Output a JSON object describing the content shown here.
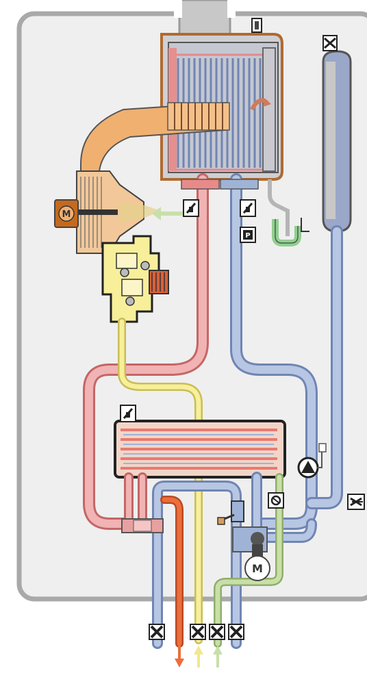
{
  "title": "",
  "components": {
    "fan_motor_letter": "M",
    "pump_motor_letter": "M",
    "pressure_sensor_letter": "P"
  },
  "colors": {
    "casing_fill": "#efefef",
    "casing_border": "#a9a9a9",
    "flow_pipe": "#e88a8a",
    "flow_pipe_light": "#f1b3b3",
    "return_pipe": "#9fb3d6",
    "return_pipe_edge": "#6f85b3",
    "gas_pipe": "#f2e78c",
    "cold_water_pipe": "#c9dfa8",
    "hot_water_pipe": "#ec6e3c",
    "burner_air": "#f0b070",
    "fan_motor": "#c46a1e",
    "gas_valve": "#f7ef9a",
    "expansion_vessel": "#9aa7c9",
    "flue": "#c8c8c8"
  },
  "icons": [
    "fan-motor-icon",
    "pump-motor-icon",
    "circulation-pump-icon",
    "temperature-sensor-icon",
    "pressure-sensor-icon",
    "isolation-valve-icon",
    "safety-valve-icon",
    "flow-switch-icon",
    "flue-sensor-icon",
    "air-vent-icon"
  ],
  "connections": [
    "hot-water-out",
    "gas-in",
    "cold-water-in"
  ]
}
